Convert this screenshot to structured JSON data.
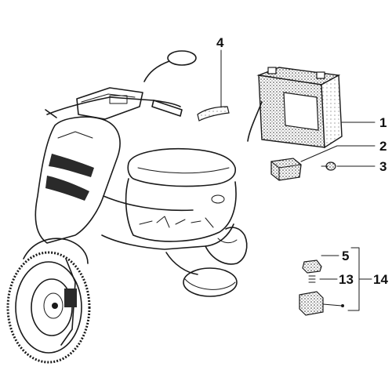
{
  "diagram": {
    "callouts": {
      "c1": "1",
      "c2": "2",
      "c3": "3",
      "c4": "4",
      "c5": "5",
      "c13": "13",
      "c14": "14"
    }
  }
}
